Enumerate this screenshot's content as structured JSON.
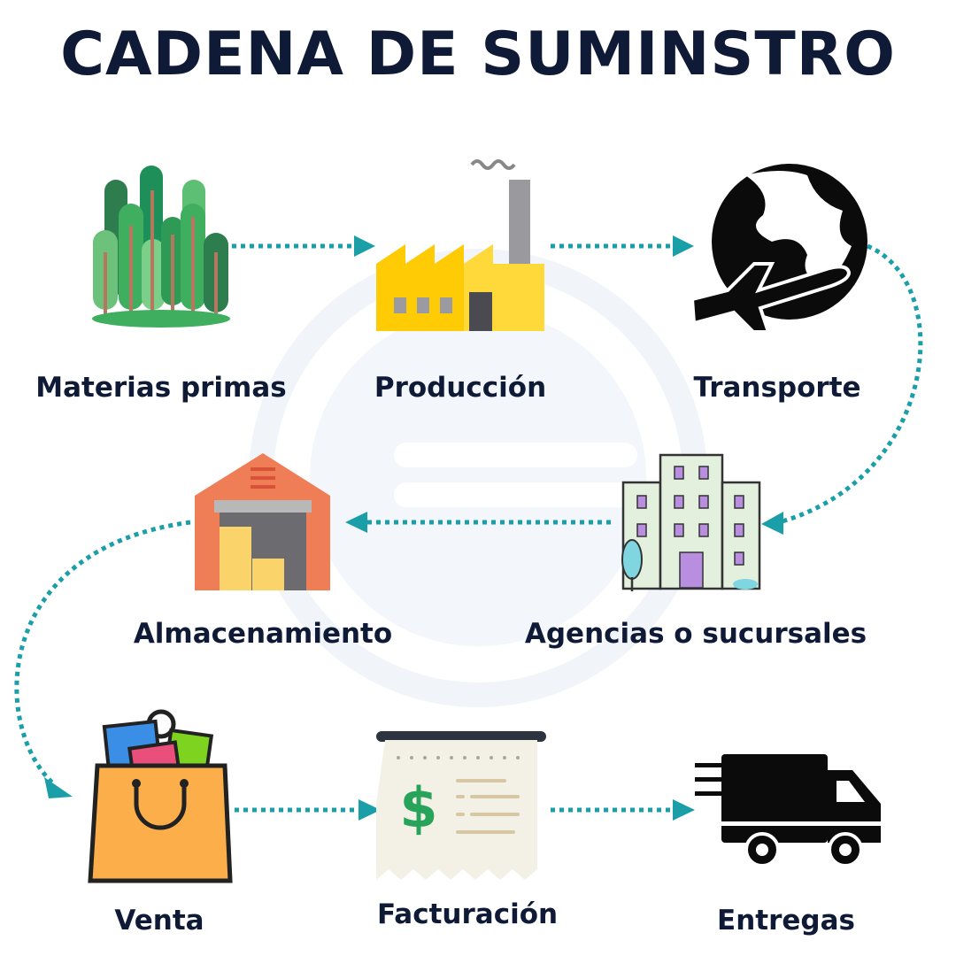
{
  "title": "CADENA DE SUMINSTRO",
  "steps": [
    {
      "label": "Materias primas",
      "icon": "forest-icon"
    },
    {
      "label": "Producción",
      "icon": "factory-icon"
    },
    {
      "label": "Transporte",
      "icon": "globe-airplane-icon"
    },
    {
      "label": "Agencias o sucursales",
      "icon": "office-buildings-icon"
    },
    {
      "label": "Almacenamiento",
      "icon": "warehouse-icon"
    },
    {
      "label": "Venta",
      "icon": "shopping-bag-icon"
    },
    {
      "label": "Facturación",
      "icon": "receipt-icon"
    },
    {
      "label": "Entregas",
      "icon": "delivery-truck-icon"
    }
  ],
  "colors": {
    "title": "#0f1a36",
    "arrow": "#1a9fa8"
  }
}
